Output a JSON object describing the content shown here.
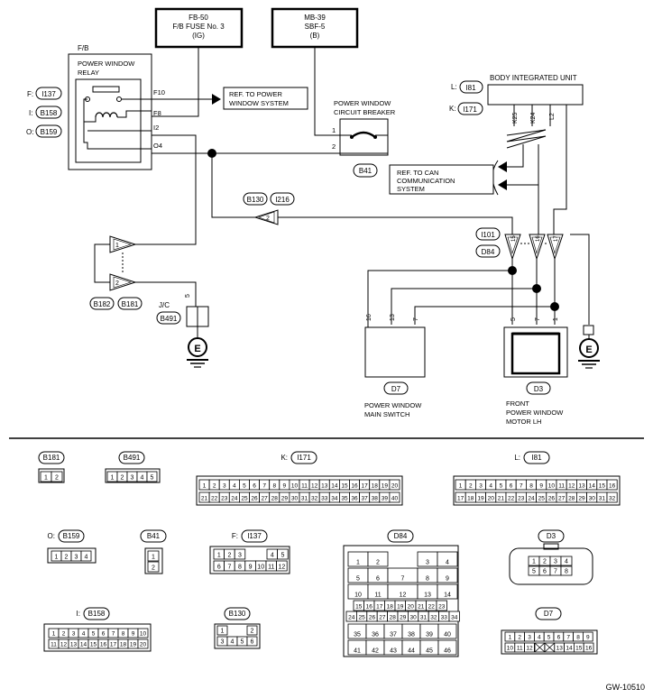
{
  "fuse_boxes": {
    "fb50": [
      "FB-50",
      "F/B FUSE No. 3",
      "(IG)"
    ],
    "mb39": [
      "MB-39",
      "SBF-5",
      "(B)"
    ]
  },
  "relay": {
    "block_label": "F/B",
    "title": [
      "POWER WINDOW",
      "RELAY"
    ],
    "pins": [
      "F10",
      "F8",
      "I2",
      "O4"
    ],
    "connector_prefixes": [
      "F:",
      "I:",
      "O:"
    ],
    "connectors": [
      "I137",
      "B158",
      "B159"
    ]
  },
  "ref_power_window": [
    "REF. TO POWER",
    "WINDOW SYSTEM"
  ],
  "breaker": {
    "title": [
      "POWER WINDOW",
      "CIRCUIT BREAKER"
    ],
    "pins": [
      "1",
      "2"
    ],
    "connector": "B41"
  },
  "biu": {
    "title": "BODY INTEGRATED UNIT",
    "connector_prefixes": [
      "L:",
      "K:"
    ],
    "connectors": [
      "I81",
      "I171"
    ],
    "pins": [
      "K25",
      "K24",
      "L2"
    ]
  },
  "ref_can": [
    "REF. TO CAN",
    "COMMUNICATION",
    "SYSTEM"
  ],
  "joint_connectors": {
    "b130_i216": [
      "B130",
      "I216"
    ],
    "pin_2": "2",
    "i101_d84": [
      "I101",
      "D84"
    ],
    "joint_pins": [
      "15",
      "16",
      "17"
    ],
    "b182_b181": [
      "B182",
      "B181"
    ],
    "left_pins": [
      "1",
      "2"
    ]
  },
  "jc": {
    "label": "J/C",
    "connector": "B491",
    "pin": "5"
  },
  "ground_symbol": "E",
  "switch": {
    "pins": [
      "16",
      "13",
      "7"
    ],
    "connector": "D7",
    "label": [
      "POWER WINDOW",
      "MAIN SWITCH"
    ]
  },
  "motor": {
    "pins": [
      "5",
      "7",
      "1"
    ],
    "connector": "D3",
    "label": [
      "FRONT",
      "POWER WINDOW",
      "MOTOR LH"
    ]
  },
  "connector_views": {
    "b181": {
      "name": "B181",
      "cells": [
        "1",
        "2"
      ]
    },
    "b491": {
      "name": "B491",
      "cells": [
        "1",
        "2",
        "3",
        "4",
        "5"
      ]
    },
    "i171": {
      "prefix": "K:",
      "name": "I171",
      "row1": [
        "1",
        "2",
        "3",
        "4",
        "5",
        "6",
        "7",
        "8",
        "9",
        "10",
        "11",
        "12",
        "13",
        "14",
        "15",
        "16",
        "17",
        "18",
        "19",
        "20"
      ],
      "row2": [
        "21",
        "22",
        "23",
        "24",
        "25",
        "26",
        "27",
        "28",
        "29",
        "30",
        "31",
        "32",
        "33",
        "34",
        "35",
        "36",
        "37",
        "38",
        "39",
        "40"
      ]
    },
    "i81": {
      "prefix": "L:",
      "name": "I81",
      "row1": [
        "1",
        "2",
        "3",
        "4",
        "5",
        "6",
        "7",
        "8",
        "9",
        "10",
        "11",
        "12",
        "13",
        "14",
        "15",
        "16"
      ],
      "row2": [
        "17",
        "18",
        "19",
        "20",
        "21",
        "22",
        "23",
        "24",
        "25",
        "26",
        "27",
        "28",
        "29",
        "30",
        "31",
        "32"
      ]
    },
    "b159": {
      "prefix": "O:",
      "name": "B159",
      "cells": [
        "1",
        "2",
        "3",
        "4"
      ]
    },
    "b41": {
      "name": "B41",
      "cells": [
        "1",
        "2"
      ]
    },
    "i137": {
      "prefix": "F:",
      "name": "I137",
      "row1": [
        "1",
        "2",
        "3",
        "4",
        "5"
      ],
      "row2": [
        "6",
        "7",
        "8",
        "9",
        "10",
        "11",
        "12"
      ]
    },
    "d84": {
      "name": "D84",
      "rows": [
        [
          "1",
          "2",
          "3",
          "4"
        ],
        [
          "5",
          "6",
          "7",
          "8",
          "9"
        ],
        [
          "10",
          "11",
          "12",
          "13",
          "14"
        ],
        [
          "15",
          "16",
          "17",
          "18",
          "19",
          "20",
          "21",
          "22",
          "23"
        ],
        [
          "24",
          "25",
          "26",
          "27",
          "28",
          "29",
          "30",
          "31",
          "32",
          "33",
          "34"
        ],
        [
          "35",
          "36",
          "37",
          "38",
          "39",
          "40"
        ],
        [
          "41",
          "42",
          "43",
          "44",
          "45",
          "46"
        ]
      ]
    },
    "d3": {
      "name": "D3",
      "row1": [
        "1",
        "2",
        "3",
        "4"
      ],
      "row2": [
        "5",
        "6",
        "7",
        "8"
      ]
    },
    "b158": {
      "prefix": "I:",
      "name": "B158",
      "row1": [
        "1",
        "2",
        "3",
        "4",
        "5",
        "6",
        "7",
        "8",
        "9",
        "10"
      ],
      "row2": [
        "11",
        "12",
        "13",
        "14",
        "15",
        "16",
        "17",
        "18",
        "19",
        "20"
      ]
    },
    "b130": {
      "name": "B130",
      "row1": [
        "1",
        "2"
      ],
      "row2": [
        "3",
        "4",
        "5",
        "6"
      ]
    },
    "d7": {
      "name": "D7",
      "row1": [
        "1",
        "2",
        "3",
        "4",
        "5",
        "6",
        "7",
        "8",
        "9"
      ],
      "row2": [
        "10",
        "11",
        "12",
        "13",
        "14",
        "15",
        "16"
      ]
    }
  },
  "footer_code": "GW-10510"
}
